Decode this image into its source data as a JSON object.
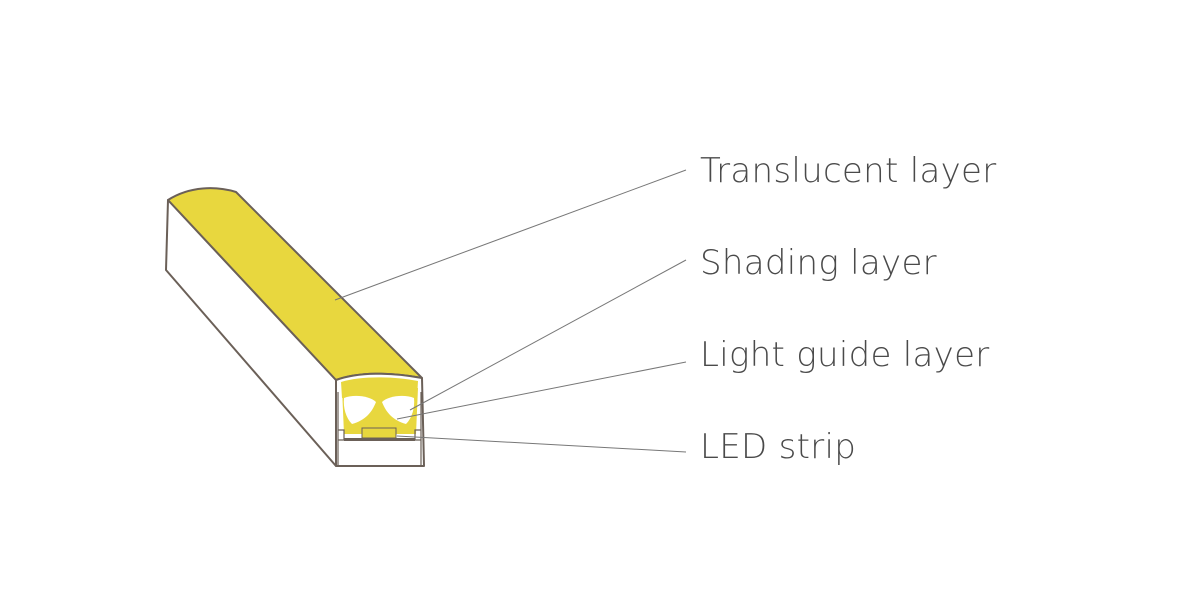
{
  "diagram": {
    "labels": {
      "translucent": "Translucent layer",
      "shading": "Shading layer",
      "light_guide": "Light guide layer",
      "led_strip": "LED strip"
    },
    "colors": {
      "yellow": "#e8d73e",
      "outline": "#6b6058",
      "body": "#ffffff",
      "leader": "#777777",
      "text": "#4a4a4a"
    }
  }
}
